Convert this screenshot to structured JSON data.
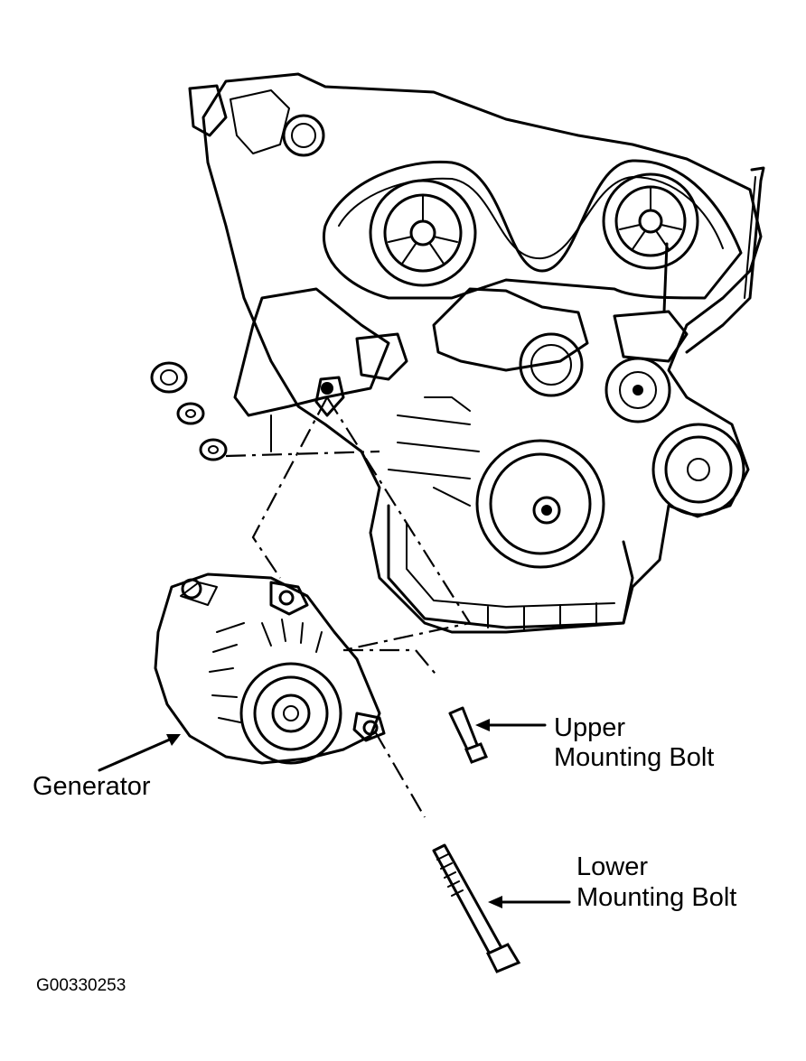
{
  "labels": {
    "upper_bolt_line1": "Upper",
    "upper_bolt_line2": "Mounting Bolt",
    "lower_bolt_line1": "Lower",
    "lower_bolt_line2": "Mounting Bolt",
    "generator": "Generator"
  },
  "figure_id": "G00330253"
}
